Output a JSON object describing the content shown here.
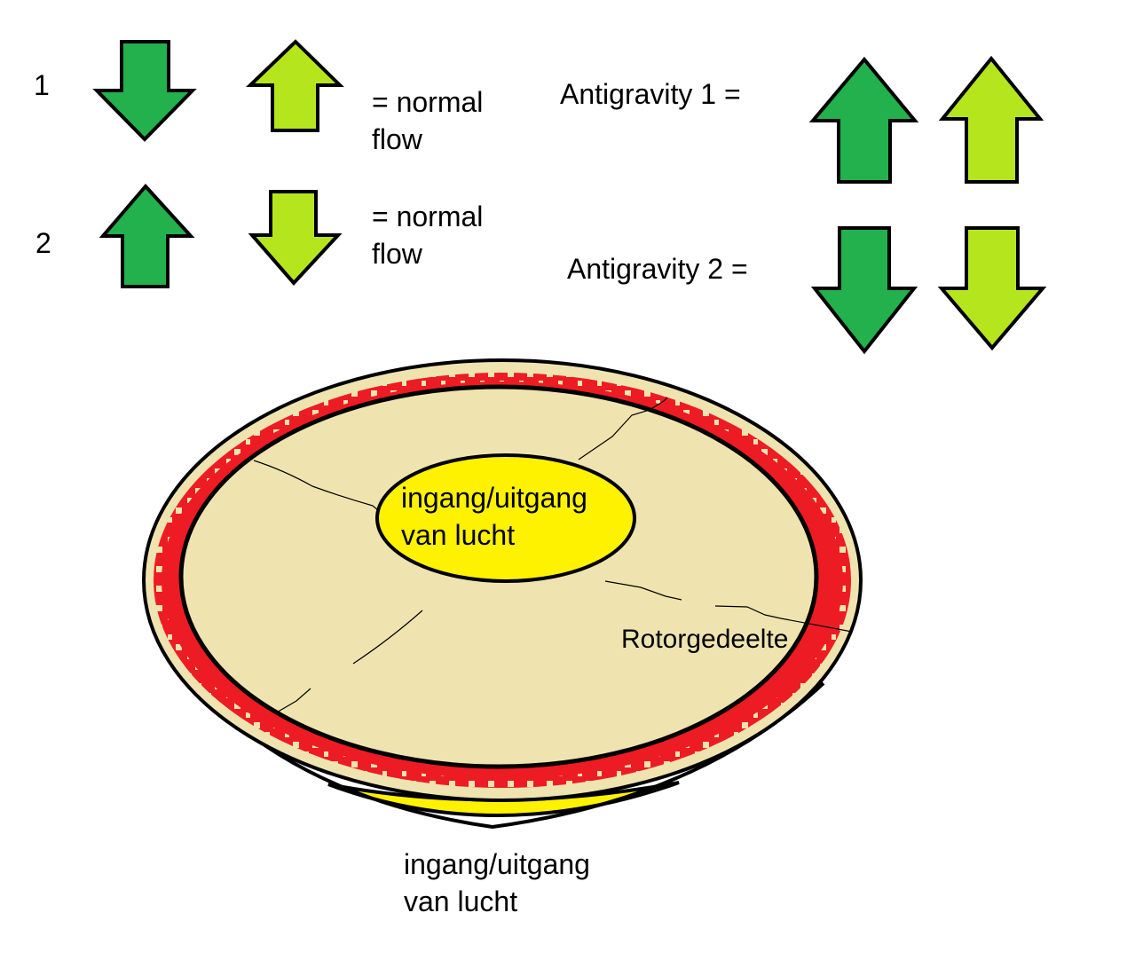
{
  "legend": {
    "row1": {
      "number": "1",
      "dark_arrow": "down",
      "light_arrow": "up",
      "desc_line1": "= normal",
      "desc_line2": "flow"
    },
    "row2": {
      "number": "2",
      "dark_arrow": "up",
      "light_arrow": "down",
      "desc_line1": "= normal",
      "desc_line2": "flow"
    },
    "antigravity1": {
      "label": "Antigravity 1 =",
      "dark_arrow": "up",
      "light_arrow": "up"
    },
    "antigravity2": {
      "label": "Antigravity 2 =",
      "dark_arrow": "down",
      "light_arrow": "down"
    }
  },
  "disk": {
    "top_opening_line1": "ingang/uitgang",
    "top_opening_line2": "van lucht",
    "rotor_label": "Rotorgedeelte",
    "bottom_opening_line1": "ingang/uitgang",
    "bottom_opening_line2": "van lucht"
  },
  "colors": {
    "dark_green": "#22b14c",
    "light_green": "#b5e61d",
    "rotor_red": "#ed1c24",
    "disk_beige": "#efe4b0",
    "opening_yellow": "#fff200",
    "outline": "#000000"
  }
}
